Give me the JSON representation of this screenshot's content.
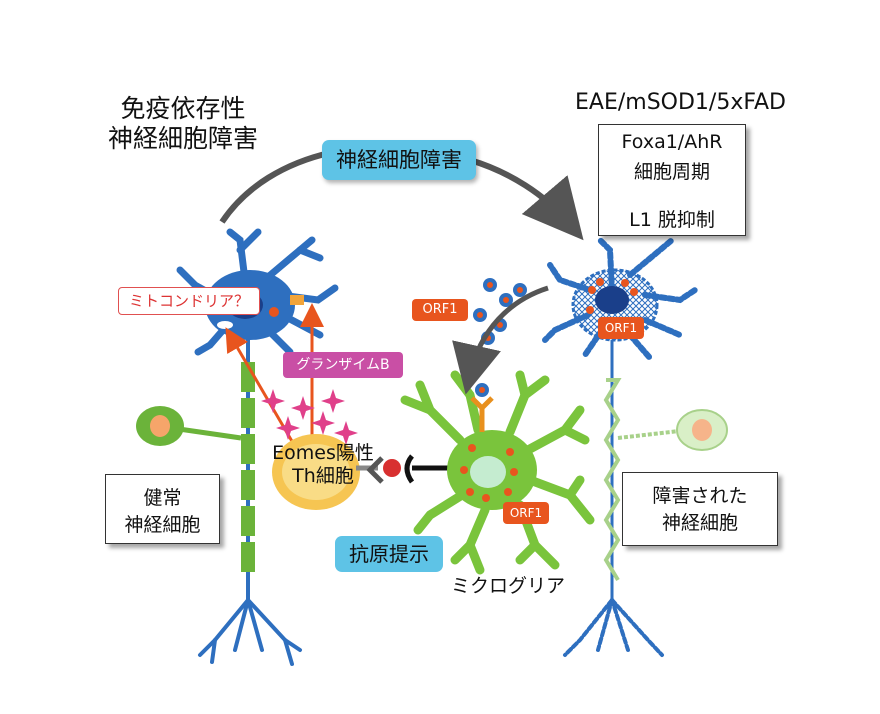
{
  "title_left": [
    "免疫依存性",
    "神経細胞障害"
  ],
  "title_right": "EAE/mSOD1/5xFAD",
  "foxa_box": {
    "line1": "Foxa1/AhR",
    "line2": "細胞周期",
    "line3": "L1 脱抑制"
  },
  "pill_neuronal_damage": "神経細胞障害",
  "pill_antigen_presentation": "抗原提示",
  "tag_mitochondria": "ミトコンドリア？",
  "tag_granzyme": "グランザイムB",
  "tag_orf1": "ORF1",
  "label_eomes": [
    "Eomes陽性",
    "Th細胞"
  ],
  "label_microglia": "ミクログリア",
  "box_healthy": [
    "健常",
    "神経細胞"
  ],
  "box_damaged": [
    "障害された",
    "神経細胞"
  ],
  "colors": {
    "neuron_blue": "#2e6fbf",
    "axon_green": "#6bb33a",
    "microglia_green": "#7ac43c",
    "orange": "#e8551e",
    "magenta": "#e0408a",
    "th_cell": "#f6c552",
    "pill_blue": "#5ec3e6",
    "arrow_gray": "#555555"
  }
}
